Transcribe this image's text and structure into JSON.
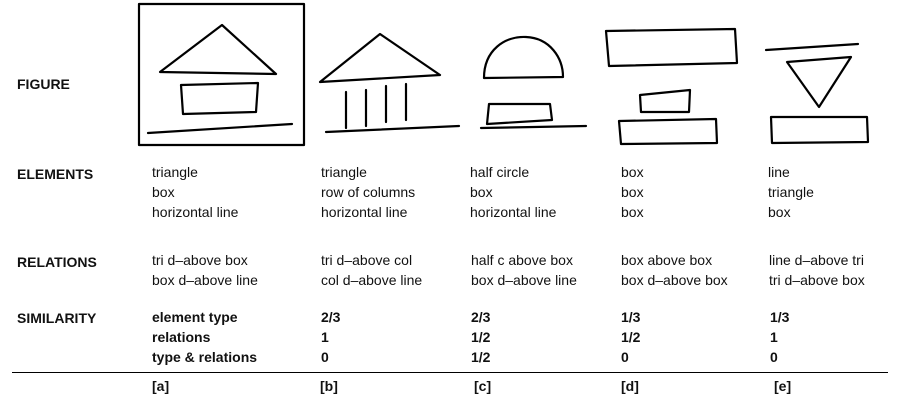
{
  "rows": {
    "figure": "FIGURE",
    "elements": "ELEMENTS",
    "relations": "RELATIONS",
    "similarity": "SIMILARITY"
  },
  "similarity_labels": [
    "element type",
    "relations",
    "type & relations"
  ],
  "figures": [
    {
      "id": "[a]",
      "elements": [
        "triangle",
        "box",
        "horizontal line"
      ],
      "relations": [
        "tri d–above box",
        "box d–above line"
      ],
      "similarity": []
    },
    {
      "id": "[b]",
      "elements": [
        "triangle",
        "row of columns",
        "horizontal line"
      ],
      "relations": [
        "tri d–above col",
        "col d–above line"
      ],
      "similarity": [
        "2/3",
        "1",
        "0"
      ]
    },
    {
      "id": "[c]",
      "elements": [
        "half circle",
        "box",
        "horizontal line"
      ],
      "relations": [
        "half c above box",
        "box d–above line"
      ],
      "similarity": [
        "2/3",
        "1/2",
        "1/2"
      ]
    },
    {
      "id": "[d]",
      "elements": [
        "box",
        "box",
        "box"
      ],
      "relations": [
        "box above box",
        "box d–above box"
      ],
      "similarity": [
        "1/3",
        "1/2",
        "0"
      ]
    },
    {
      "id": "[e]",
      "elements": [
        "line",
        "triangle",
        "box"
      ],
      "relations": [
        "line d–above tri",
        "tri d–above box"
      ],
      "similarity": [
        "1/3",
        "1",
        "0"
      ]
    }
  ]
}
